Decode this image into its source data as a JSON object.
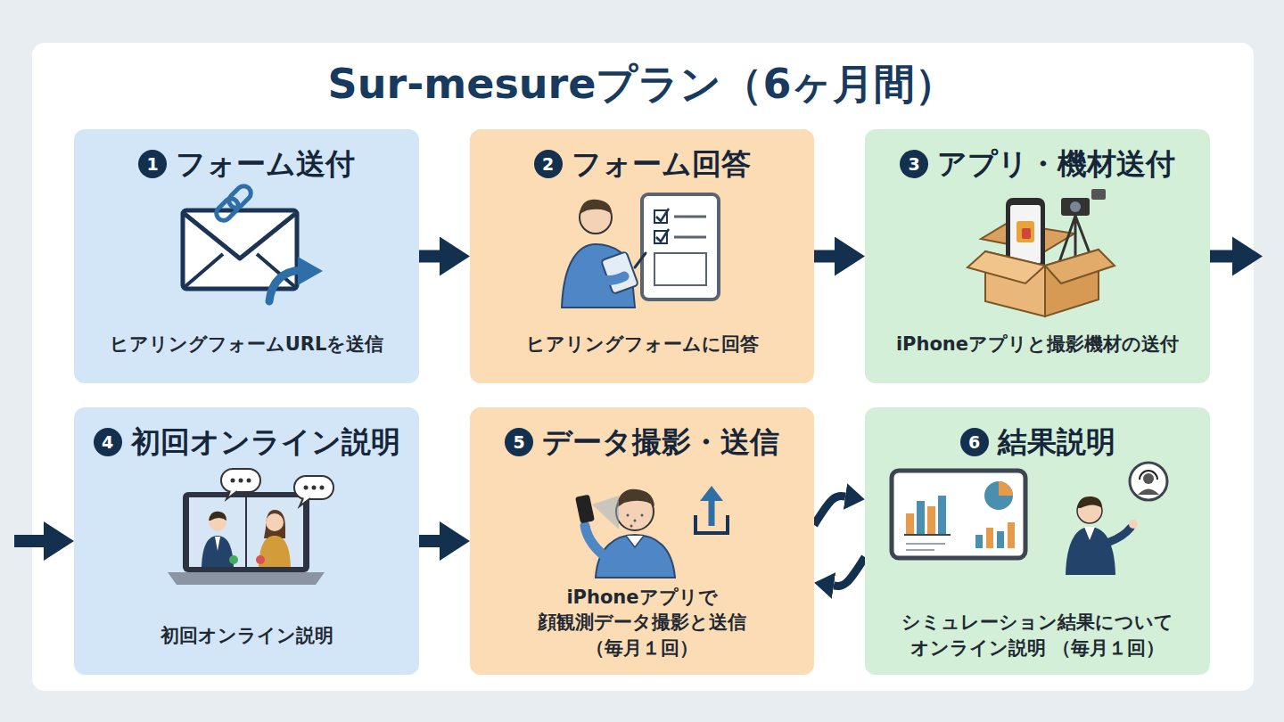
{
  "diagram": {
    "title": "Sur-mesureプラン（6ヶ月間）",
    "nodes": [
      {
        "text": [
          "1",
          "フォーム送付",
          "ヒアリングフォームURLを送信"
        ]
      },
      {
        "text": [
          "2",
          "フォーム回答",
          "ヒアリングフォームに回答"
        ]
      },
      {
        "text": [
          "3",
          "アプリ・機材送付",
          "iPhoneアプリと撮影機材の送付"
        ]
      },
      {
        "text": [
          "4",
          "初回オンライン説明",
          "初回オンライン説明"
        ]
      },
      {
        "text": [
          "5",
          "データ撮影・送信",
          "iPhoneアプリで 顔観測データ撮影と送信 （毎月１回）"
        ]
      },
      {
        "text": [
          "6",
          "結果説明",
          "シミュレーション結果について オンライン説明 （毎月１回）"
        ]
      }
    ],
    "edges": [
      {
        "from": 0,
        "to": 1,
        "arrow": "to"
      },
      {
        "from": 1,
        "to": 2,
        "arrow": "to"
      },
      {
        "from": 2,
        "to": 3,
        "arrow": "to"
      },
      {
        "from": 3,
        "to": 4,
        "arrow": "to"
      },
      {
        "from": 4,
        "to": 5,
        "arrow": "to"
      },
      {
        "from": 5,
        "to": 4,
        "arrow": "to"
      }
    ]
  }
}
